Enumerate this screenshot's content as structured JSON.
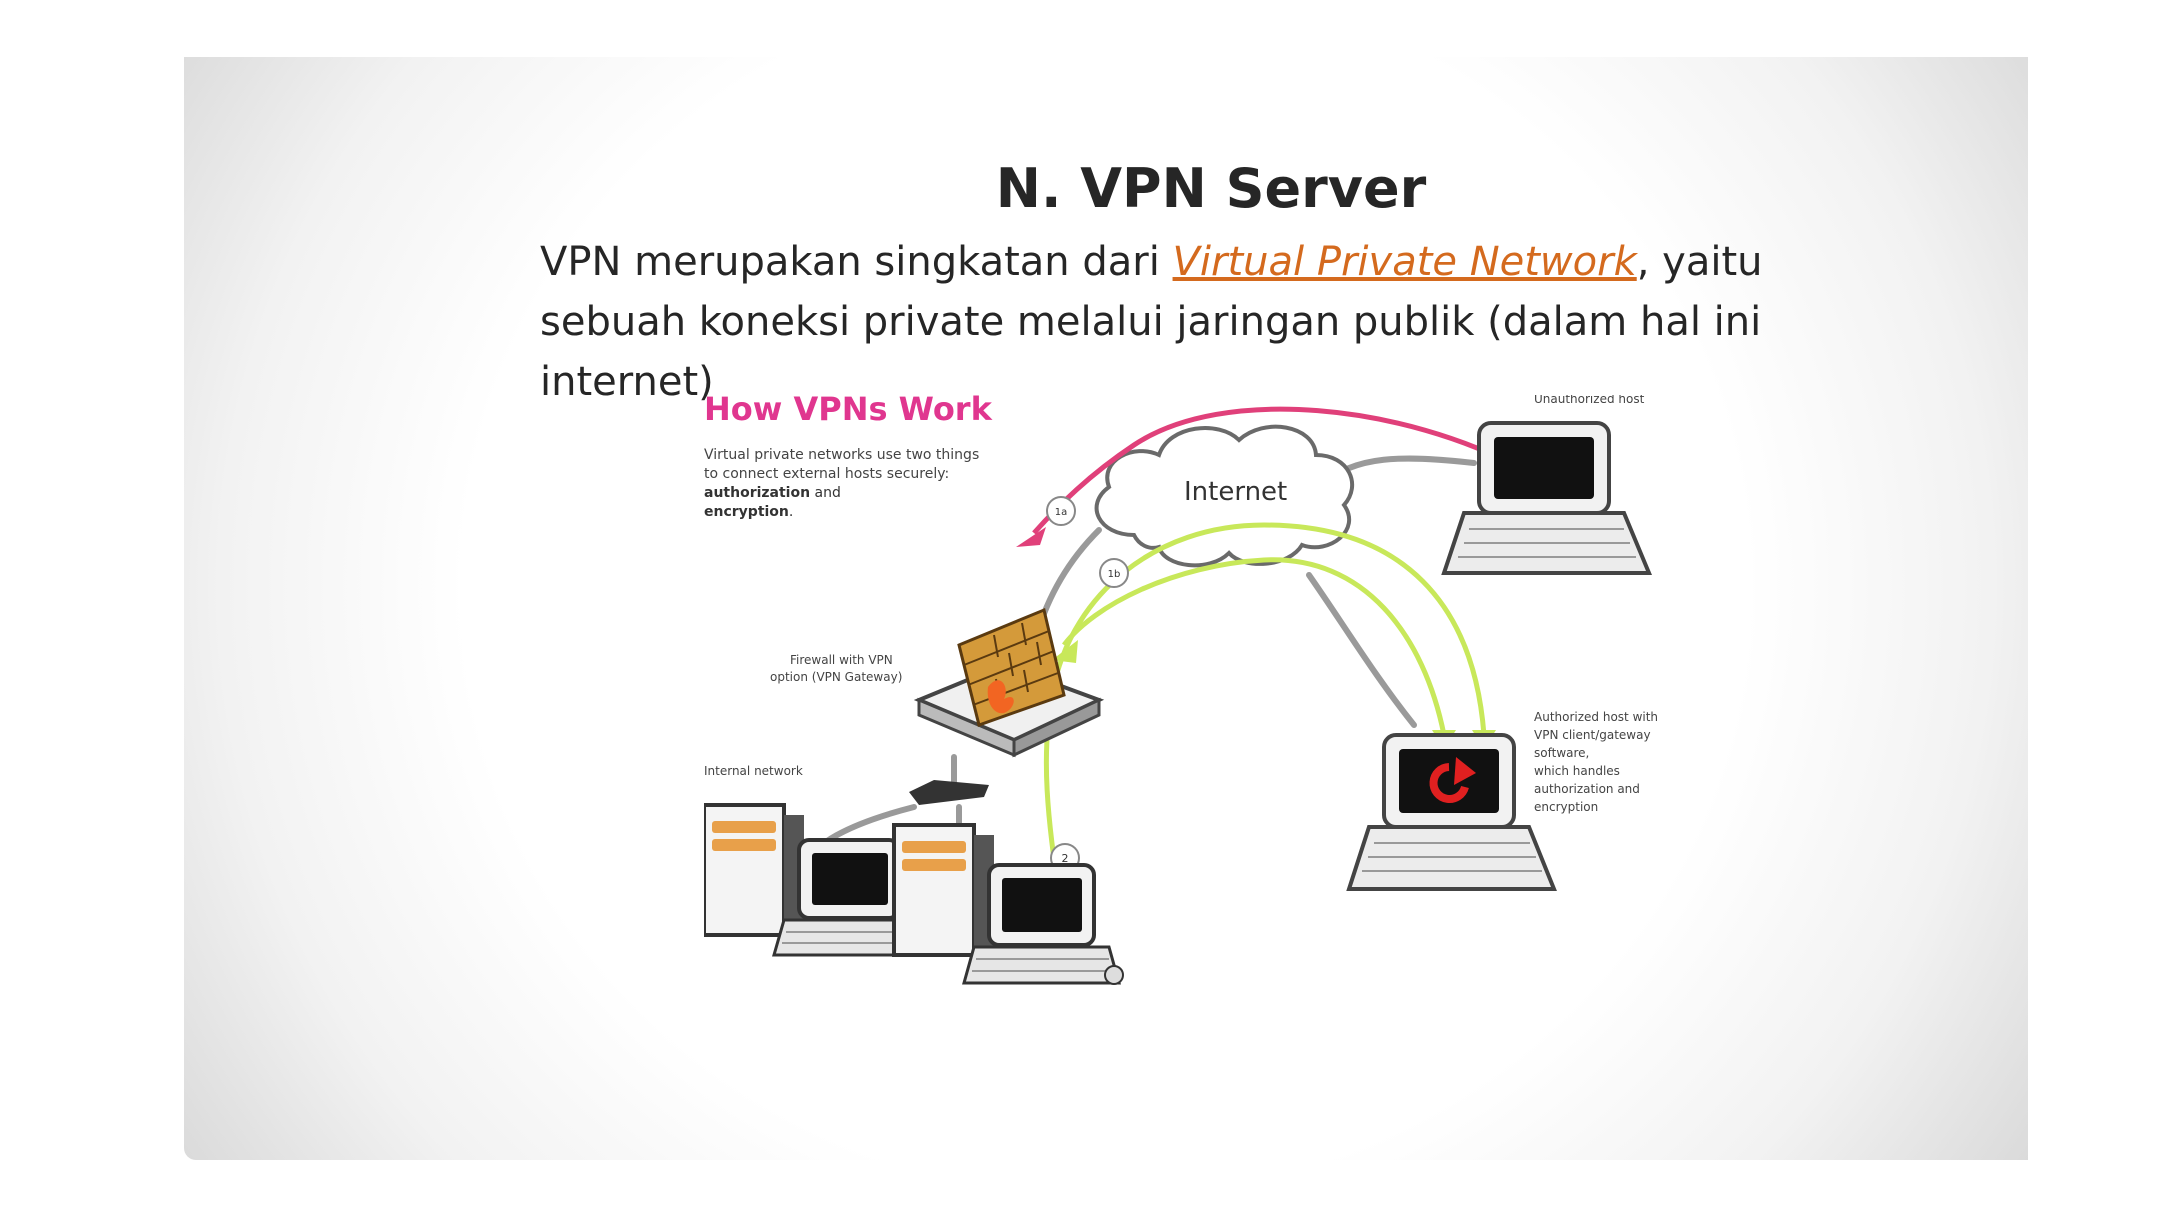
{
  "slide": {
    "title": "N. VPN Server",
    "body_before_link": "VPN merupakan singkatan dari ",
    "body_link": "Virtual Private Network",
    "body_after_link": ", yaitu sebuah koneksi private melalui jaringan publik (dalam hal ini internet)"
  },
  "diagram": {
    "heading": "How VPNs Work",
    "intro_line1": "Virtual private networks use two things",
    "intro_line2": "to connect external hosts securely:",
    "intro_bold1": "authorization",
    "intro_and": " and",
    "intro_bold2": "encryption",
    "intro_period": ".",
    "cloud_label": "Internet",
    "unauthorized_label": "Unauthorized host",
    "firewall_line1": "Firewall with VPN",
    "firewall_line2": "option (VPN Gateway)",
    "internal_label": "Internal network",
    "authorized_line1": "Authorized host with",
    "authorized_line2": "VPN client/gateway",
    "authorized_line3": "software,",
    "authorized_line4": "which handles",
    "authorized_line5": "authorization and",
    "authorized_line6": "encryption",
    "step_1a": "1a",
    "step_1b": "1b",
    "step_2": "2",
    "colors": {
      "heading": "#e0368f",
      "unauthorized_path": "#e0407a",
      "authorized_path": "#c8e85a",
      "firewall": "#d49a3a",
      "refresh_icon": "#e02020"
    }
  }
}
